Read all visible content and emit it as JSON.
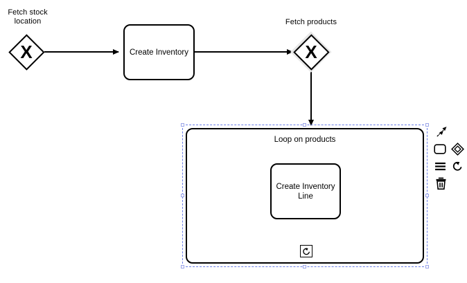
{
  "diagram": {
    "type": "bpmn-process",
    "background": "#ffffff",
    "stroke_color": "#000000",
    "selection_color": "#6a7ee8",
    "highlight_fill": "#e6e6e6"
  },
  "nodes": {
    "gateway_start": {
      "id": "Gateway_FetchStockLocation",
      "kind": "exclusive-gateway",
      "marker": "X",
      "label": "Fetch stock\nlocation",
      "selected": false,
      "highlighted": false
    },
    "task_create_inventory": {
      "id": "Task_CreateInventory",
      "kind": "task",
      "label": "Create Inventory",
      "selected": false
    },
    "gateway_products": {
      "id": "Gateway_FetchProducts",
      "kind": "exclusive-gateway",
      "marker": "X",
      "label": "Fetch products",
      "selected": false,
      "highlighted": true
    },
    "subprocess_loop": {
      "id": "SubProcess_LoopOnProducts",
      "kind": "sub-process-expanded",
      "label": "Loop on products",
      "marker": "loop",
      "marker_name": "loop-marker-icon",
      "selected": true
    },
    "task_create_inventory_line": {
      "id": "Task_CreateInventoryLine",
      "kind": "task",
      "label": "Create Inventory\nLine",
      "selected": false
    }
  },
  "connections": [
    {
      "id": "Flow_1",
      "from": "gateway_start",
      "to": "task_create_inventory",
      "kind": "sequence-flow"
    },
    {
      "id": "Flow_2",
      "from": "task_create_inventory",
      "to": "gateway_products",
      "kind": "sequence-flow"
    },
    {
      "id": "Flow_3",
      "from": "gateway_products",
      "to": "subprocess_loop",
      "kind": "sequence-flow"
    }
  ],
  "context_pad": {
    "visible": true,
    "target": "subprocess_loop",
    "entries": [
      {
        "name": "connect-icon",
        "title": "Connect using Sequence/MessageFlow or Association"
      },
      {
        "name": "append-task-icon",
        "title": "Append Task"
      },
      {
        "name": "append-gateway-icon",
        "title": "Append Gateway"
      },
      {
        "name": "change-type-icon",
        "title": "Change element"
      },
      {
        "name": "loop-characteristics-icon",
        "title": "Loop"
      },
      {
        "name": "delete-icon",
        "title": "Remove"
      }
    ]
  }
}
